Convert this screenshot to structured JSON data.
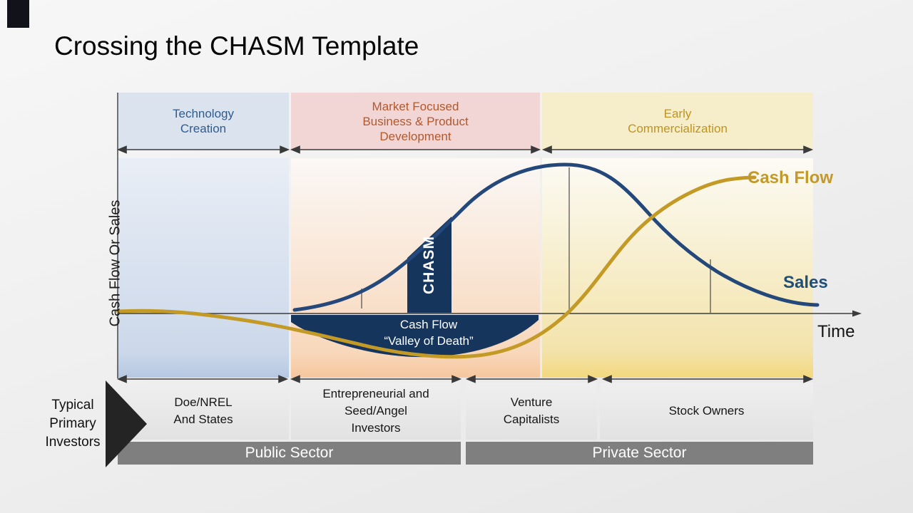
{
  "title": "Crossing the CHASM Template",
  "corner_accent_color": "#12121a",
  "phases": [
    {
      "lines": [
        "Technology",
        "Creation"
      ],
      "bg": "#dbe3ef",
      "text_color": "#2e5c90"
    },
    {
      "lines": [
        "Market Focused",
        "Business & Product",
        "Development"
      ],
      "bg": "#f2d6d5",
      "text_color": "#b2592c"
    },
    {
      "lines": [
        "Early",
        "Commercialization"
      ],
      "bg": "#f6edcb",
      "text_color": "#bd941f"
    }
  ],
  "axes": {
    "y_label": "Cash Flow Or Sales",
    "x_label": "Time"
  },
  "curves": {
    "cash_flow": {
      "label": "Cash Flow",
      "color": "#c49a27"
    },
    "sales": {
      "label": "Sales",
      "color": "#24487a"
    }
  },
  "chasm": {
    "label": "CHASM",
    "fill": "#16355d"
  },
  "valley": {
    "line1": "Cash Flow",
    "line2": "“Valley of Death”",
    "fill": "#16355d"
  },
  "investors": {
    "heading": {
      "lines": [
        "Typical",
        "Primary",
        "Investors"
      ]
    },
    "boxes": [
      {
        "lines": [
          "Doe/NREL",
          "And States"
        ]
      },
      {
        "lines": [
          "Entrepreneurial and",
          "Seed/Angel",
          "Investors"
        ]
      },
      {
        "lines": [
          "Venture",
          "Capitalists"
        ]
      },
      {
        "lines": [
          "Stock Owners"
        ]
      }
    ]
  },
  "sectors": [
    {
      "label": "Public Sector",
      "bg": "#7f7f7f"
    },
    {
      "label": "Private Sector",
      "bg": "#7f7f7f"
    }
  ]
}
